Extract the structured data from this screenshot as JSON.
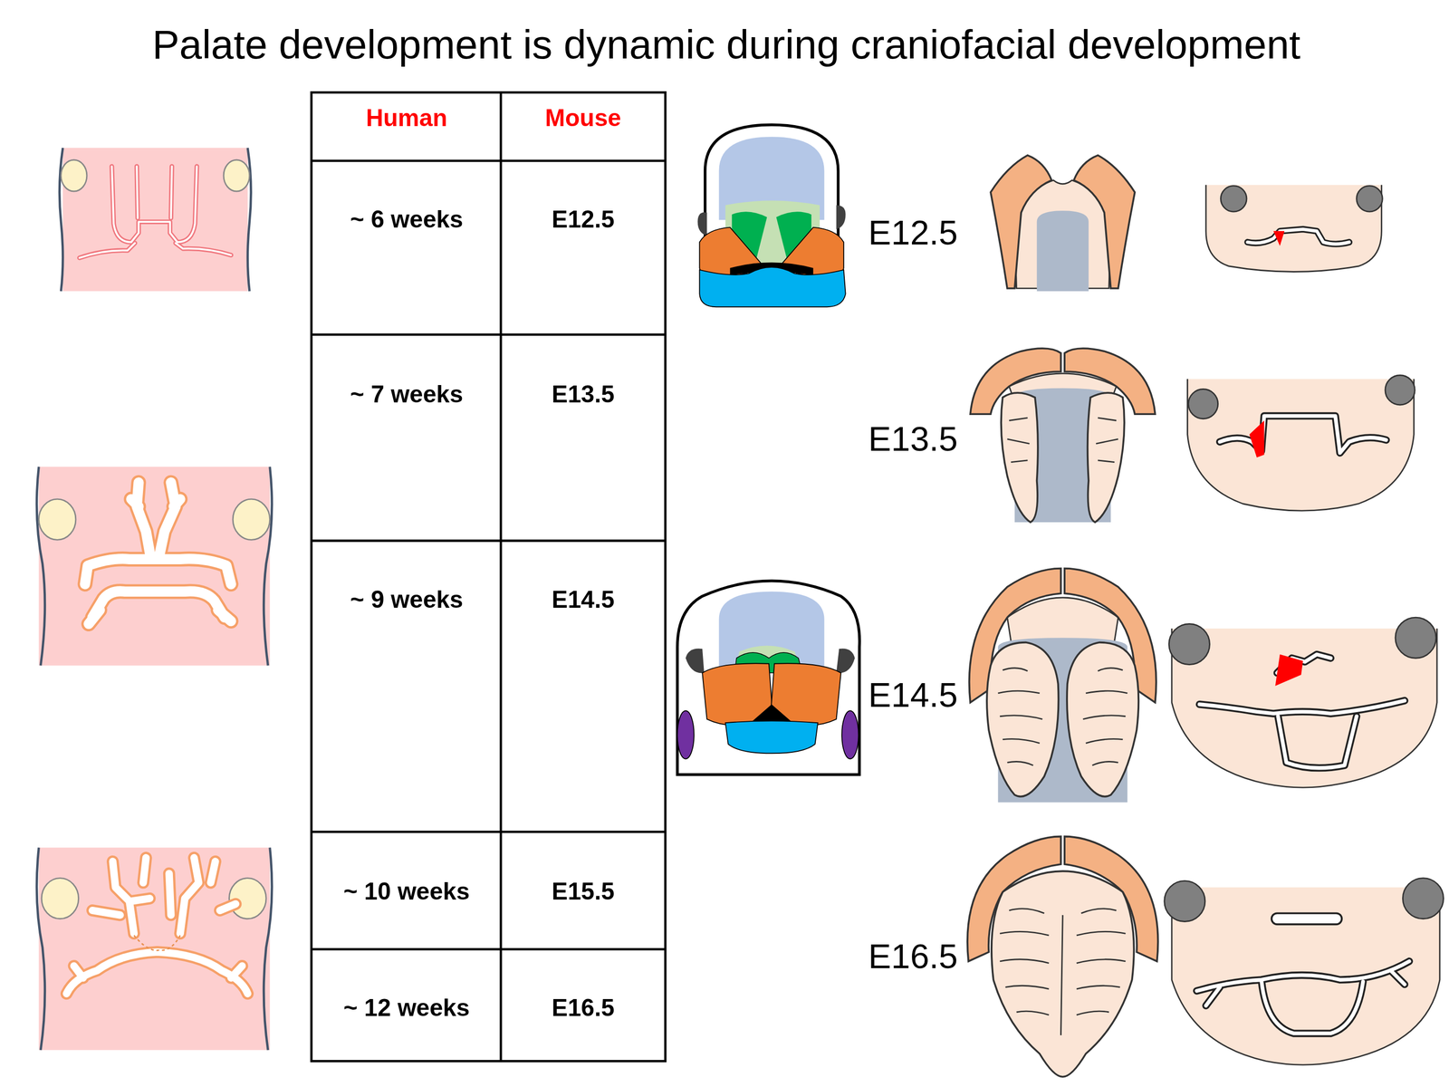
{
  "diagram": {
    "title": "Palate development is dynamic during craniofacial development",
    "labels": [
      "Human",
      "Mouse",
      "~ 6 weeks",
      "E12.5",
      "E12.5",
      "~ 7 weeks",
      "E13.5",
      "E13.5",
      "~ 9 weeks",
      "E14.5",
      "E14.5",
      "~ 10 weeks",
      "E15.5",
      "E16.5",
      "~ 12 weeks",
      "E16.5"
    ]
  }
}
